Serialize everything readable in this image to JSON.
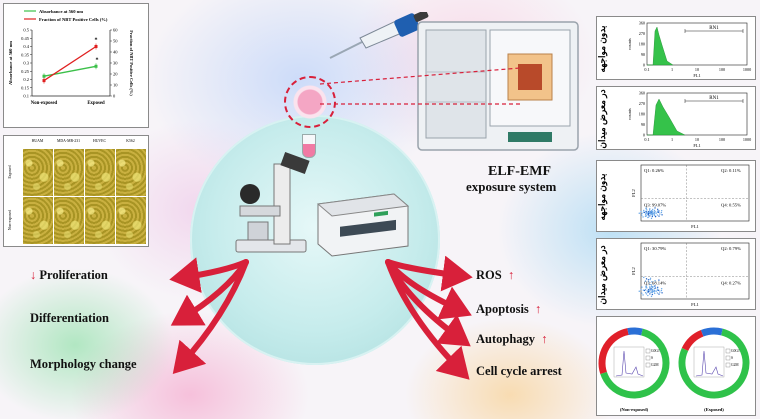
{
  "chart_data": {
    "type": "line",
    "categories": [
      "Non-exposed",
      "Exposed"
    ],
    "series": [
      {
        "name": "Absorbance at 560 nm",
        "values": [
          0.22,
          0.28
        ],
        "color": "#3cc04a",
        "axis": "left"
      },
      {
        "name": "Fraction of NBT Positive Cells (%)",
        "values": [
          14,
          45
        ],
        "color": "#e02020",
        "axis": "right"
      }
    ],
    "ylabel": "Absorbance at 560 nm",
    "y2label": "Fraction of NBT Positive Cells (%)",
    "ylim": [
      0.1,
      0.5
    ],
    "y2lim": [
      0,
      60
    ],
    "yticks": [
      "0.1",
      "0.15",
      "0.2",
      "0.25",
      "0.3",
      "0.35",
      "0.4",
      "0.45",
      "0.5"
    ],
    "y2ticks": [
      "0",
      "10",
      "20",
      "30",
      "40",
      "50",
      "60"
    ],
    "significance_marks": [
      "*",
      "*"
    ]
  },
  "micrographs": {
    "columns": [
      "HUAM",
      "MDA-MB-231",
      "HUVEC",
      "K562"
    ],
    "rows": [
      "Exposed",
      "Non-exposed"
    ]
  },
  "device": {
    "title_line1": "ELF-EMF",
    "title_line2": "exposure system"
  },
  "left_effects": [
    {
      "arrow": "↓",
      "label": "Proliferation"
    },
    {
      "arrow": "",
      "label": "Differentiation"
    },
    {
      "arrow": "",
      "label": "Morphology change"
    }
  ],
  "right_effects": [
    {
      "label": "ROS",
      "arrow": "↑"
    },
    {
      "label": "Apoptosis",
      "arrow": "↑"
    },
    {
      "label": "Autophagy",
      "arrow": "↑"
    },
    {
      "label": "Cell cycle arrest",
      "arrow": ""
    }
  ],
  "histograms": [
    {
      "side_label": "بدون مواجهه",
      "marker": "RN1",
      "ylabel": "counts",
      "xlabel": "FL1",
      "xticks": [
        "0.1",
        "1",
        "10",
        "100",
        "1000"
      ],
      "yticks": [
        "0",
        "90",
        "180",
        "270",
        "360"
      ]
    },
    {
      "side_label": "در معرض میدان",
      "marker": "RN1",
      "ylabel": "counts",
      "xlabel": "FL1",
      "xticks": [
        "0.1",
        "1",
        "10",
        "100",
        "1000"
      ],
      "yticks": [
        "0",
        "90",
        "180",
        "270",
        "360"
      ]
    }
  ],
  "dotplots": [
    {
      "side_label": "بدون مواجهه",
      "q1": "Q1: 0.26%",
      "q2": "Q2: 0.11%",
      "q3": "Q3: 99.07%",
      "q4": "Q4: 0.55%",
      "ylabel": "FL2",
      "xlabel": "FL1"
    },
    {
      "side_label": "در معرض میدان",
      "q1": "Q1: 30.79%",
      "q2": "Q2: 0.79%",
      "q3": "Q3: 68.14%",
      "q4": "Q4: 0.27%",
      "ylabel": "FL2",
      "xlabel": "FL1"
    }
  ],
  "cell_cycle": [
    {
      "caption": "(Non-exposed)",
      "legend": [
        "G0G1",
        "S",
        "G2M"
      ],
      "fractions": [
        0.66,
        0.27,
        0.07
      ]
    },
    {
      "caption": "(Exposed)",
      "legend": [
        "G0G1",
        "S",
        "G2M"
      ],
      "fractions": [
        0.78,
        0.12,
        0.1
      ]
    }
  ],
  "colors": {
    "arrow_red": "#d8203a",
    "teal_circle": "#c6ecec",
    "green_ring": "#2fc24a",
    "red_ring": "#e0202a",
    "blue_ring": "#2a6fd6"
  }
}
